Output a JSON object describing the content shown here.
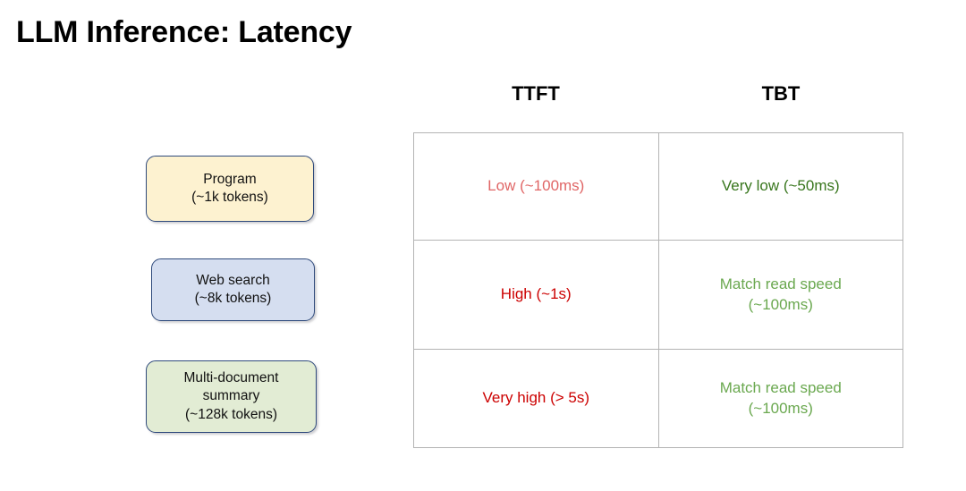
{
  "slide": {
    "title": "LLM Inference: Latency",
    "background": "#ffffff"
  },
  "colors": {
    "light_red": "#e06666",
    "strong_red": "#cc0000",
    "dark_green": "#38761d",
    "medium_green": "#6aa84f",
    "box_border": "#2f4a7c",
    "box_fill_cream": "#fdf2d0",
    "box_fill_blue": "#d5def0",
    "box_fill_green": "#e2ecd4",
    "table_border": "#b4b4b4",
    "title_color": "#000000"
  },
  "columns": [
    {
      "label": "TTFT"
    },
    {
      "label": "TBT"
    }
  ],
  "categories": [
    {
      "label": "Program\n(~1k tokens)",
      "fill": "#fdf2d0"
    },
    {
      "label": "Web search\n(~8k tokens)",
      "fill": "#d5def0"
    },
    {
      "label": "Multi-document\nsummary\n(~128k tokens)",
      "fill": "#e2ecd4"
    }
  ],
  "rows": [
    {
      "ttft": {
        "text": "Low (~100ms)",
        "color": "#e06666"
      },
      "tbt": {
        "text": "Very low (~50ms)",
        "color": "#38761d"
      }
    },
    {
      "ttft": {
        "text": "High (~1s)",
        "color": "#cc0000"
      },
      "tbt": {
        "text": "Match read speed\n(~100ms)",
        "color": "#6aa84f"
      }
    },
    {
      "ttft": {
        "text": "Very high (> 5s)",
        "color": "#cc0000"
      },
      "tbt": {
        "text": "Match read speed\n(~100ms)",
        "color": "#6aa84f"
      }
    }
  ]
}
